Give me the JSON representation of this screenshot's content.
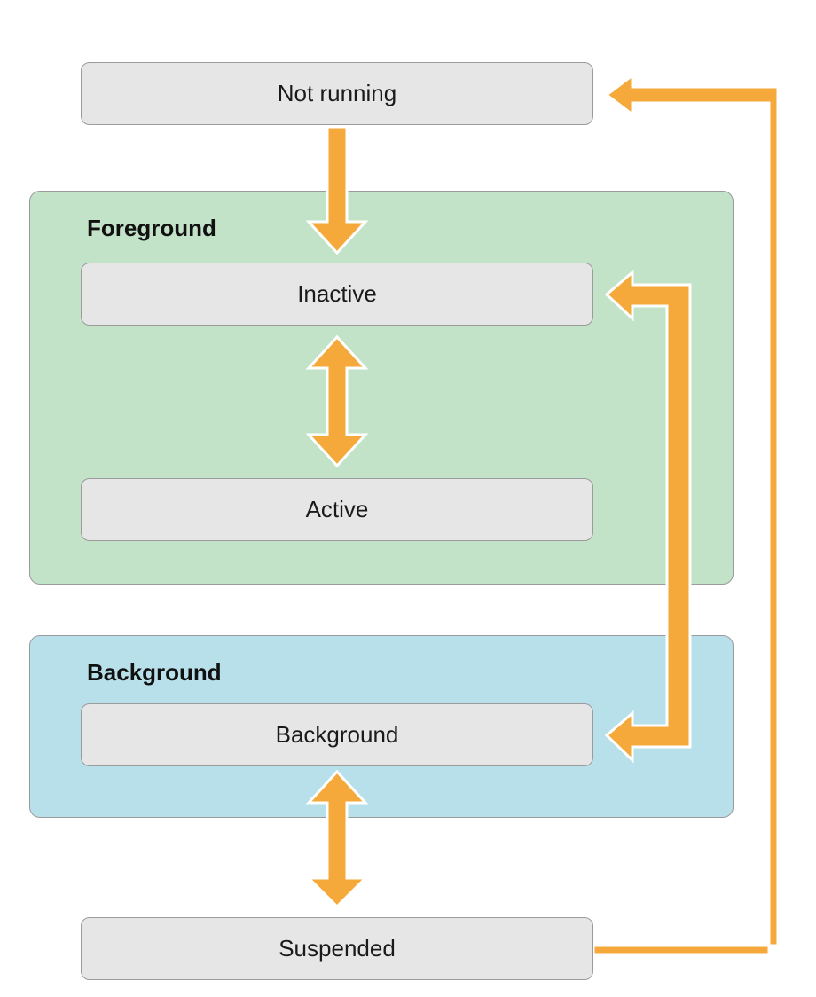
{
  "groups": {
    "foreground": "Foreground",
    "background": "Background"
  },
  "states": {
    "not_running": "Not running",
    "inactive": "Inactive",
    "active": "Active",
    "background": "Background",
    "suspended": "Suspended"
  },
  "colors": {
    "arrow": "#f6a93b",
    "foreground_fill": "#c3e3c8",
    "background_fill": "#b8e0ea",
    "state_fill": "#e6e6e6"
  }
}
